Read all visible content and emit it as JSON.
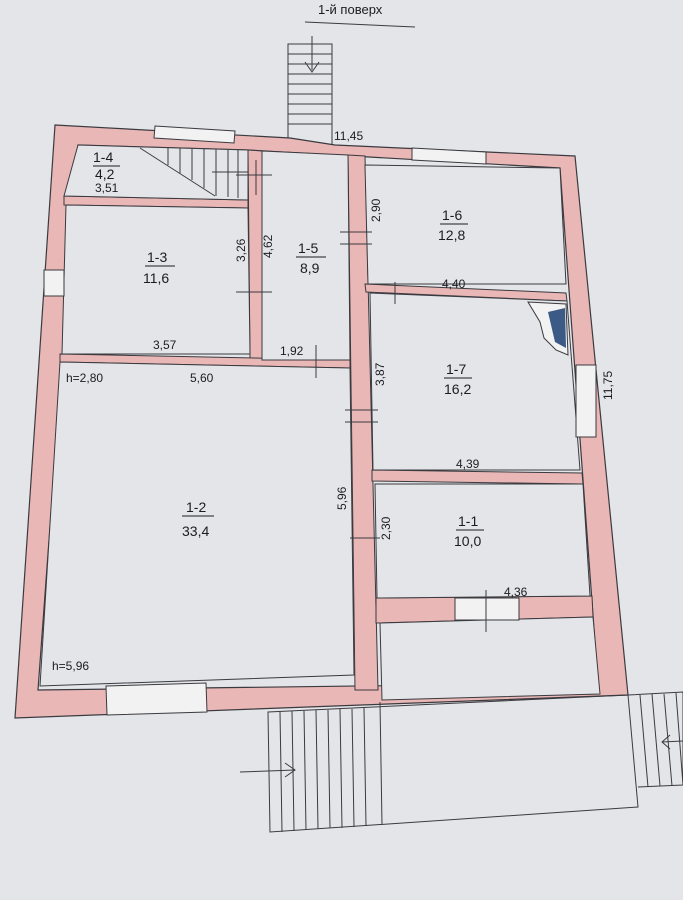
{
  "title": "1-й поверх",
  "colors": {
    "paper": "#e4e5e8",
    "wall_fill": "#e9b7b5",
    "line": "#3a3a40",
    "window": "#f2f2f2",
    "text": "#1b1b22"
  },
  "rooms": [
    {
      "code": "1-1",
      "area": "10,0"
    },
    {
      "code": "1-2",
      "area": "33,4"
    },
    {
      "code": "1-3",
      "area": "11,6"
    },
    {
      "code": "1-4",
      "area": "4,2"
    },
    {
      "code": "1-5",
      "area": "8,9"
    },
    {
      "code": "1-6",
      "area": "12,8"
    },
    {
      "code": "1-7",
      "area": "16,2"
    }
  ],
  "dimensions": {
    "total_width": "11,45",
    "total_length": "11,75",
    "r14_width": "3,51",
    "r13_height": "3,26",
    "r13_width": "3,57",
    "r15_height": "4,62",
    "r15_width": "1,92",
    "r16_height": "2,90",
    "r16_width": "4,40",
    "r17_height": "3,87",
    "r17_width": "4,39",
    "r12_height": "5,96",
    "r12_width": "5,60",
    "r11_height": "2,30",
    "r11_width": "4,36"
  },
  "heights": {
    "ceiling": "h=2,80",
    "floor": "h=5,96"
  }
}
